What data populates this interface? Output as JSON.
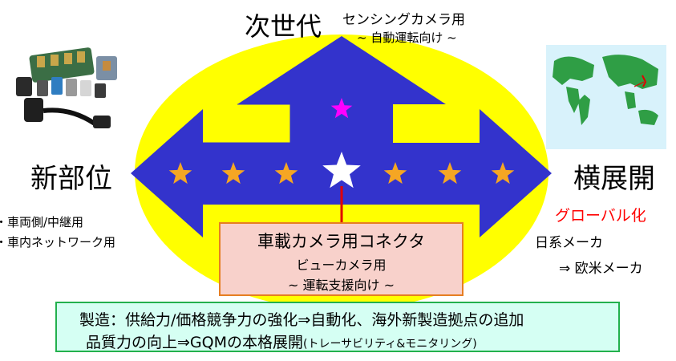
{
  "top": {
    "title": "次世代",
    "sub1": "センシングカメラ用",
    "sub2": "~ 自動運転向け ~"
  },
  "left": {
    "title": "新部位",
    "items": [
      "・車両側/中継用",
      "・車内ネットワーク用"
    ]
  },
  "right": {
    "title": "横展開",
    "global": "グローバル化",
    "line1": "日系メーカ",
    "line2": "⇒ 欧米メーカ"
  },
  "center": {
    "title": "車載カメラ用コネクタ",
    "sub1": "ビューカメラ用",
    "sub2": "~ 運転支援向け ~"
  },
  "manufacturing": {
    "line1": "製造：供給力/価格競争力の強化⇒自動化、海外新製造拠点の追加",
    "line2_main": "品質力の向上⇒GQMの本格展開",
    "line2_note": "(トレーサビリティ&モニタリング)"
  },
  "colors": {
    "ellipse": "#ffff00",
    "arrow": "#3333cc",
    "star": "#f5a623",
    "center_star": "#ffffff",
    "top_star": "#ff00ff",
    "connector_line": "#e00000",
    "global_text": "#ff0000",
    "center_box_fill": "#f8d1cb",
    "center_box_border": "#e67e22",
    "mfg_box_fill": "#d5fff3",
    "mfg_box_border": "#23b14d"
  }
}
